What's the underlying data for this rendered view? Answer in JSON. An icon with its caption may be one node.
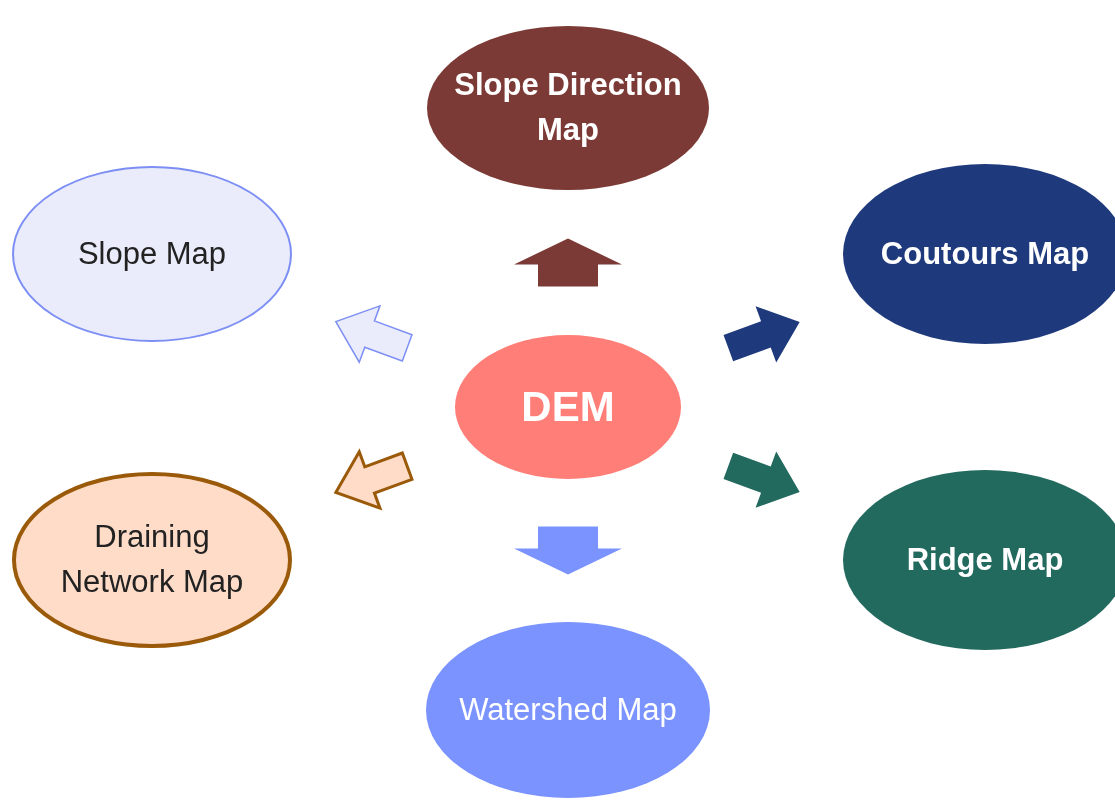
{
  "diagram": {
    "nodes": [
      {
        "text": [
          "Slope Direction Map"
        ]
      },
      {
        "text": [
          "Slope Map"
        ]
      },
      {
        "text": [
          "Coutours Map"
        ]
      },
      {
        "text": [
          "DEM"
        ]
      },
      {
        "text": [
          "Draining Network Map"
        ]
      },
      {
        "text": [
          "Ridge Map"
        ]
      },
      {
        "text": [
          "Watershed Map"
        ]
      }
    ],
    "edges": [
      {
        "from": 3,
        "to": 0,
        "arrow": "to",
        "color": "#7b3a36"
      },
      {
        "from": 3,
        "to": 1,
        "arrow": "to",
        "color": "#eaecfb"
      },
      {
        "from": 3,
        "to": 2,
        "arrow": "to",
        "color": "#1f3a7c"
      },
      {
        "from": 3,
        "to": 4,
        "arrow": "to",
        "color": "#ffdcc8"
      },
      {
        "from": 3,
        "to": 5,
        "arrow": "to",
        "color": "#22695e"
      },
      {
        "from": 3,
        "to": 6,
        "arrow": "to",
        "color": "#7b93ff"
      }
    ]
  }
}
